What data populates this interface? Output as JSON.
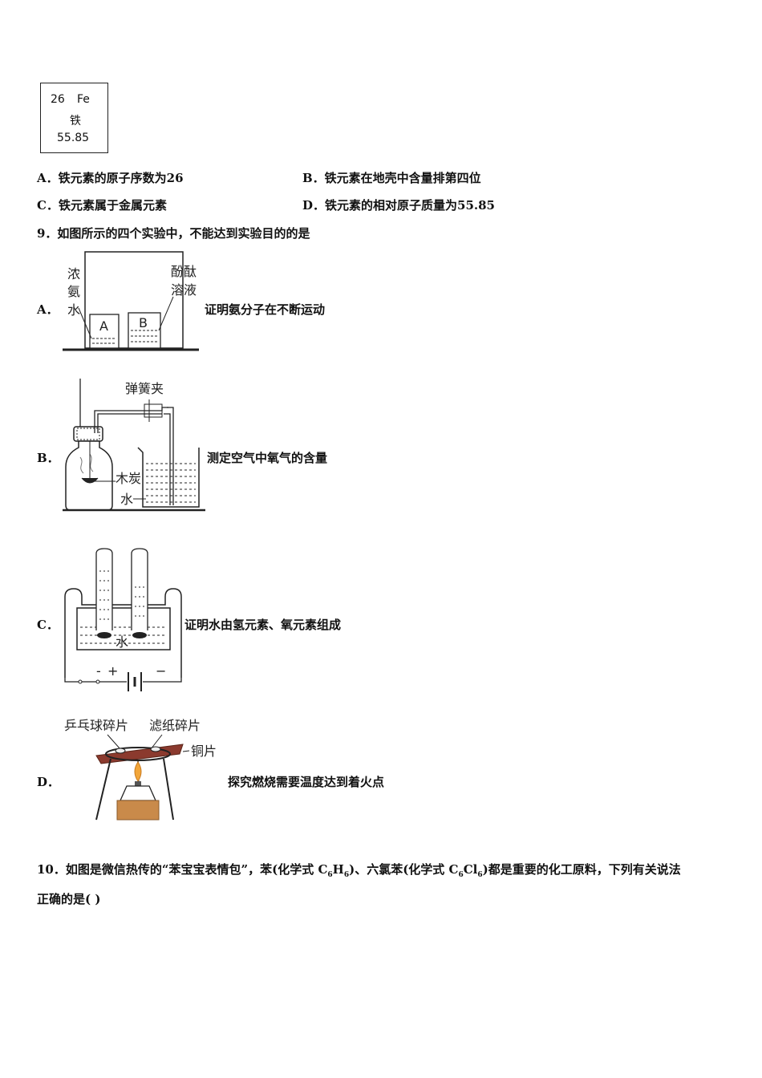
{
  "element_card": {
    "atomic_number": "26",
    "symbol": "Fe",
    "name": "铁",
    "atomic_mass": "55.85"
  },
  "q8_options": {
    "A": "A．铁元素的原子序数为26",
    "B": "B．铁元素在地壳中含量排第四位",
    "C": "C．铁元素属于金属元素",
    "D": "D．铁元素的相对原子质量为55.85"
  },
  "q9": {
    "stem": "9．如图所示的四个实验中，不能达到实验目的的是",
    "options": [
      {
        "letter": "A．",
        "text": "证明氨分子在不断运动"
      },
      {
        "letter": "B．",
        "text": "测定空气中氧气的含量"
      },
      {
        "letter": "C．",
        "text": "证明水由氢元素、氧元素组成"
      },
      {
        "letter": "D．",
        "text": "探究燃烧需要温度达到着火点"
      }
    ],
    "figure_labels": {
      "a_left": [
        "浓",
        "氨",
        "水"
      ],
      "a_right": [
        "酚酞",
        "溶液"
      ],
      "a_beaker_a": "A",
      "a_beaker_b": "B",
      "b_clip": "弹簧夹",
      "b_charcoal": "木炭",
      "b_water": "水",
      "c_water": "水",
      "c_minus": "-",
      "c_plus": "+",
      "c_neg": "−",
      "d_pingpong": "乒乓球碎片",
      "d_filter": "滤纸碎片",
      "d_copper": "铜片"
    }
  },
  "q10": {
    "line1_pre": "10．如图是微信热传的“苯宝宝表情包”，苯(化学式 C",
    "sub6a": "6",
    "mid1": "H",
    "sub6b": "6",
    "mid2": ")、六氯苯(化学式 C",
    "sub6c": "6",
    "mid3": "Cl",
    "sub6d": "6",
    "line1_post": ")都是重要的化工原料，下列有关说法",
    "line2": "正确的是( )"
  },
  "colors": {
    "copper": "#8b3a2e",
    "wood": "#c98a4a",
    "flame": "#f2a63a"
  }
}
